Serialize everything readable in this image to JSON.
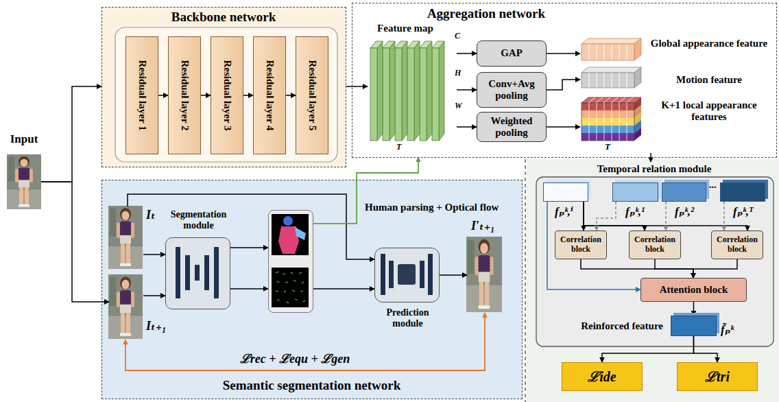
{
  "diagram": {
    "nodes": [
      {
        "text": [
          "Input"
        ]
      },
      {
        "text": [
          "Backbone network"
        ]
      },
      {
        "text": [
          "Residual layer 1"
        ],
        "in": 1
      },
      {
        "text": [
          "Residual layer 2"
        ],
        "in": 1
      },
      {
        "text": [
          "Residual layer 3"
        ],
        "in": 1
      },
      {
        "text": [
          "Residual layer 4"
        ],
        "in": 1
      },
      {
        "text": [
          "Residual layer 5"
        ],
        "in": 1
      },
      {
        "text": [
          "Aggregation network"
        ]
      },
      {
        "text": [
          "Feature map"
        ],
        "in": 7
      },
      {
        "text": [
          "GAP"
        ],
        "in": 7
      },
      {
        "text": [
          "Conv+Avg pooling"
        ],
        "in": 7
      },
      {
        "text": [
          "Weighted pooling"
        ],
        "in": 7
      },
      {
        "text": [
          "Global appearance feature"
        ],
        "in": 7
      },
      {
        "text": [
          "Motion feature"
        ],
        "in": 7
      },
      {
        "text": [
          "K+1 local appearance features"
        ],
        "in": 7
      },
      {
        "text": [
          "Temporal relation module"
        ]
      },
      {
        "text": [
          "fₚᵏ,ⁱ"
        ],
        "in": 15
      },
      {
        "text": [
          "fₚᵏ,¹"
        ],
        "in": 15
      },
      {
        "text": [
          "fₚᵏ,²"
        ],
        "in": 15
      },
      {
        "text": [
          "fₚᵏ,ᵀ"
        ],
        "in": 15
      },
      {
        "text": [
          "Correlation block"
        ],
        "in": 15
      },
      {
        "text": [
          "Correlation block"
        ],
        "in": 15
      },
      {
        "text": [
          "Correlation block"
        ],
        "in": 15
      },
      {
        "text": [
          "Attention block"
        ],
        "in": 15
      },
      {
        "text": [
          "Reinforced feature",
          "f̃ₚᵏ"
        ],
        "in": 15
      },
      {
        "text": [
          "ℒide"
        ]
      },
      {
        "text": [
          "ℒtri"
        ]
      },
      {
        "text": [
          "Semantic segmentation network"
        ]
      },
      {
        "text": [
          "Iₜ"
        ],
        "in": 27
      },
      {
        "text": [
          "Iₜ₊₁"
        ],
        "in": 27
      },
      {
        "text": [
          "Segmentation module"
        ],
        "in": 27
      },
      {
        "text": [
          "Human parsing + Optical flow"
        ],
        "in": 27
      },
      {
        "text": [
          "Prediction module"
        ],
        "in": 27
      },
      {
        "text": [
          "I′ₜ₊₁"
        ],
        "in": 27
      }
    ],
    "edges": [
      {
        "from": 0,
        "to": 1,
        "arrow": "to"
      },
      {
        "from": 0,
        "to": 29,
        "arrow": "to"
      },
      {
        "from": 2,
        "to": 3,
        "arrow": "to"
      },
      {
        "from": 3,
        "to": 4,
        "arrow": "to"
      },
      {
        "from": 4,
        "to": 5,
        "arrow": "to"
      },
      {
        "from": 5,
        "to": 6,
        "arrow": "to"
      },
      {
        "from": 1,
        "to": 8,
        "arrow": "to"
      },
      {
        "from": 8,
        "to": 9,
        "arrow": "to"
      },
      {
        "from": 8,
        "to": 10,
        "arrow": "to"
      },
      {
        "from": 8,
        "to": 11,
        "arrow": "to"
      },
      {
        "from": 9,
        "to": 12,
        "arrow": "to"
      },
      {
        "from": 10,
        "to": 13,
        "arrow": "to"
      },
      {
        "from": 11,
        "to": 14,
        "arrow": "to"
      },
      {
        "from": 14,
        "to": 15,
        "arrow": "to"
      },
      {
        "from": 16,
        "to": 20,
        "arrow": "to"
      },
      {
        "from": 16,
        "to": 21,
        "arrow": "to"
      },
      {
        "from": 16,
        "to": 22,
        "arrow": "to"
      },
      {
        "from": 17,
        "to": 20,
        "arrow": "to"
      },
      {
        "from": 18,
        "to": 21,
        "arrow": "to"
      },
      {
        "from": 19,
        "to": 22,
        "arrow": "to"
      },
      {
        "from": 20,
        "to": 23,
        "arrow": "to"
      },
      {
        "from": 21,
        "to": 23,
        "arrow": "to"
      },
      {
        "from": 22,
        "to": 23,
        "arrow": "to"
      },
      {
        "from": 16,
        "to": 23,
        "arrow": "to"
      },
      {
        "from": 23,
        "to": 24,
        "arrow": "to"
      },
      {
        "from": 24,
        "to": 25,
        "arrow": "to"
      },
      {
        "from": 24,
        "to": 26,
        "arrow": "to"
      },
      {
        "from": 28,
        "to": 30,
        "arrow": "to"
      },
      {
        "from": 29,
        "to": 30,
        "arrow": "to"
      },
      {
        "from": 30,
        "to": 31,
        "arrow": "to"
      },
      {
        "from": 30,
        "to": 31,
        "arrow": "to"
      },
      {
        "from": 31,
        "to": 32,
        "arrow": "to"
      },
      {
        "from": 28,
        "to": 32,
        "arrow": "to"
      },
      {
        "from": 31,
        "to": 8,
        "arrow": "to"
      },
      {
        "from": 32,
        "to": 33,
        "arrow": "to"
      },
      {
        "from": 33,
        "to": 29,
        "label": "ℒrec + ℒequ + ℒgen",
        "arrow": "both"
      }
    ],
    "labels": [
      "C",
      "H",
      "W",
      "T",
      "T",
      "..."
    ]
  }
}
